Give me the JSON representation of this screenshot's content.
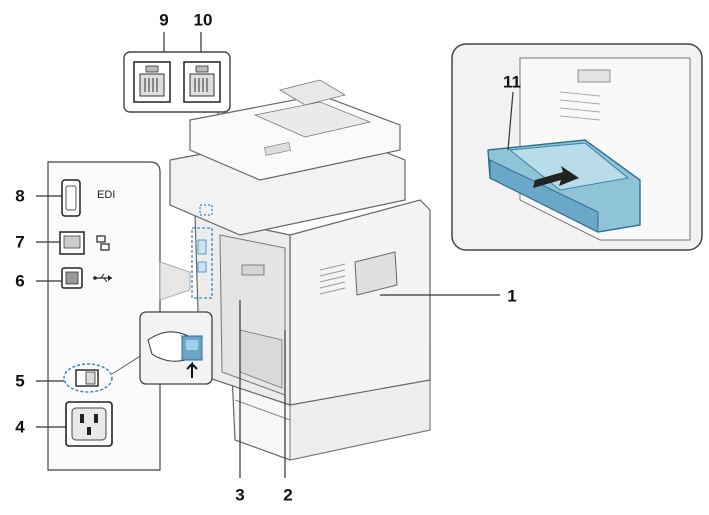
{
  "callouts": [
    {
      "num": "1"
    },
    {
      "num": "2"
    },
    {
      "num": "3"
    },
    {
      "num": "4"
    },
    {
      "num": "5"
    },
    {
      "num": "6"
    },
    {
      "num": "7"
    },
    {
      "num": "8"
    },
    {
      "num": "9"
    },
    {
      "num": "10"
    },
    {
      "num": "11"
    }
  ],
  "port_panel": {
    "edi_label": "EDI"
  },
  "colors": {
    "tray_blue": "#8fc3d8",
    "dashed_blue": "#3a86c8",
    "inset_bg": "#f2f2f2"
  }
}
